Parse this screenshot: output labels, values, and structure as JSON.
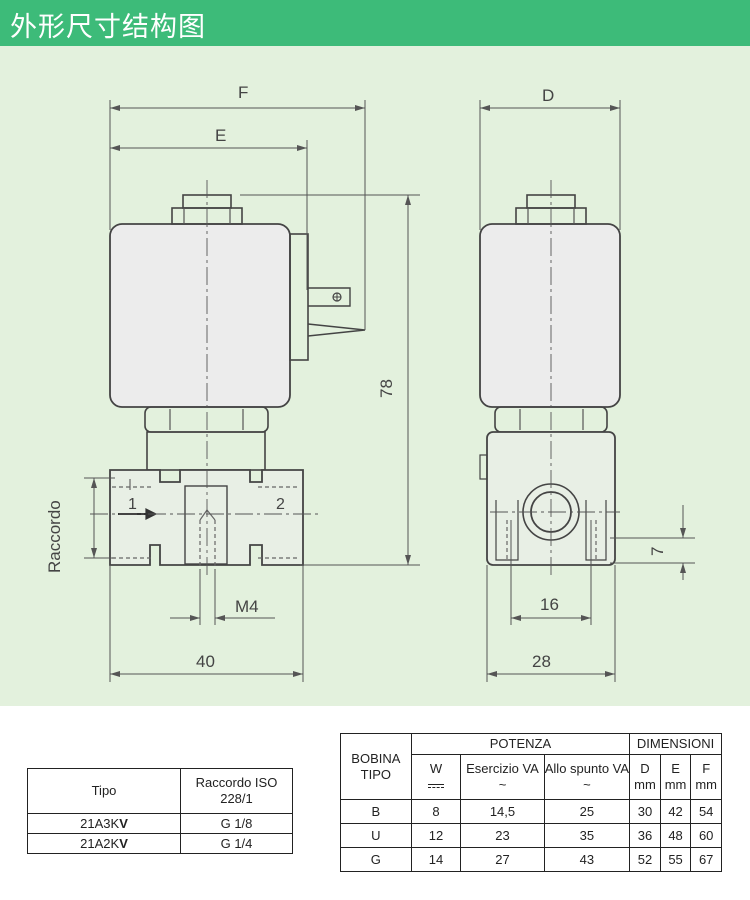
{
  "header": {
    "title": "外形尺寸结构图",
    "bg_color": "#3dbb79"
  },
  "drawing": {
    "bg_color": "#e3f1dd",
    "dims": {
      "F": "F",
      "E": "E",
      "D": "D",
      "height": "78",
      "fitting": "Raccordo",
      "port_in": "1",
      "port_out": "2",
      "m4": "M4",
      "w40": "40",
      "d16": "16",
      "w28": "28",
      "h7": "7"
    }
  },
  "type_table": {
    "headers": [
      "Tipo",
      "Raccordo ISO 228/1"
    ],
    "rows": [
      {
        "tipo_prefix": "21A3K",
        "tipo_bold": "V",
        "raccordo": "G 1/8"
      },
      {
        "tipo_prefix": "21A2K",
        "tipo_bold": "V",
        "raccordo": "G 1/4"
      }
    ]
  },
  "spec_table": {
    "bobina_tipo": "BOBINA TIPO",
    "potenza": "POTENZA",
    "dimensioni": "DIMENSIONI",
    "w_label": "W",
    "esercizio": "Esercizio VA ~",
    "spunto": "Allo spunto VA ~",
    "d_label": "D",
    "e_label": "E",
    "f_label": "F",
    "unit": "mm",
    "rows": [
      {
        "tipo": "B",
        "w": "8",
        "esercizio": "14,5",
        "spunto": "25",
        "d": "30",
        "e": "42",
        "f": "54"
      },
      {
        "tipo": "U",
        "w": "12",
        "esercizio": "23",
        "spunto": "35",
        "d": "36",
        "e": "48",
        "f": "60"
      },
      {
        "tipo": "G",
        "w": "14",
        "esercizio": "27",
        "spunto": "43",
        "d": "52",
        "e": "55",
        "f": "67"
      }
    ]
  }
}
